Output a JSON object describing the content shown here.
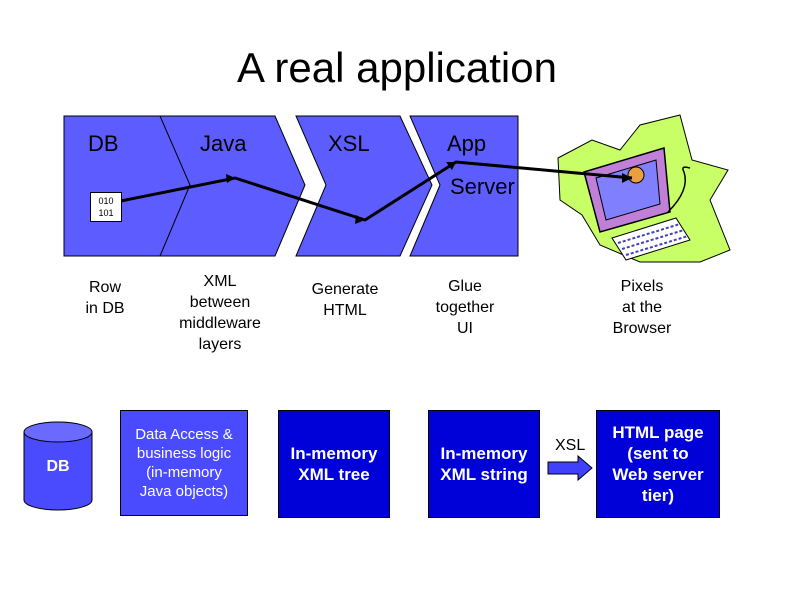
{
  "title": "A real application",
  "stages": {
    "db": "DB",
    "java": "Java",
    "xsl": "XSL",
    "app_line1": "App",
    "app_line2": "Server"
  },
  "bits": [
    "010",
    "101"
  ],
  "descriptions": {
    "row": [
      "Row",
      "in DB"
    ],
    "xml": [
      "XML",
      "between",
      "middleware",
      "layers"
    ],
    "html": [
      "Generate",
      "HTML"
    ],
    "glue": [
      "Glue",
      "together",
      "UI"
    ],
    "pixels": [
      "Pixels",
      "at the",
      "Browser"
    ]
  },
  "bottom": {
    "db_label": "DB",
    "java_box": [
      "Data Access &",
      "business logic",
      "(in-memory",
      "Java objects)"
    ],
    "xml_tree": [
      "In-memory",
      "XML tree"
    ],
    "xml_string": [
      "In-memory",
      "XML string"
    ],
    "xsl_label": "XSL",
    "html_page": [
      "HTML page",
      "(sent to",
      "Web server",
      "tier)"
    ]
  }
}
